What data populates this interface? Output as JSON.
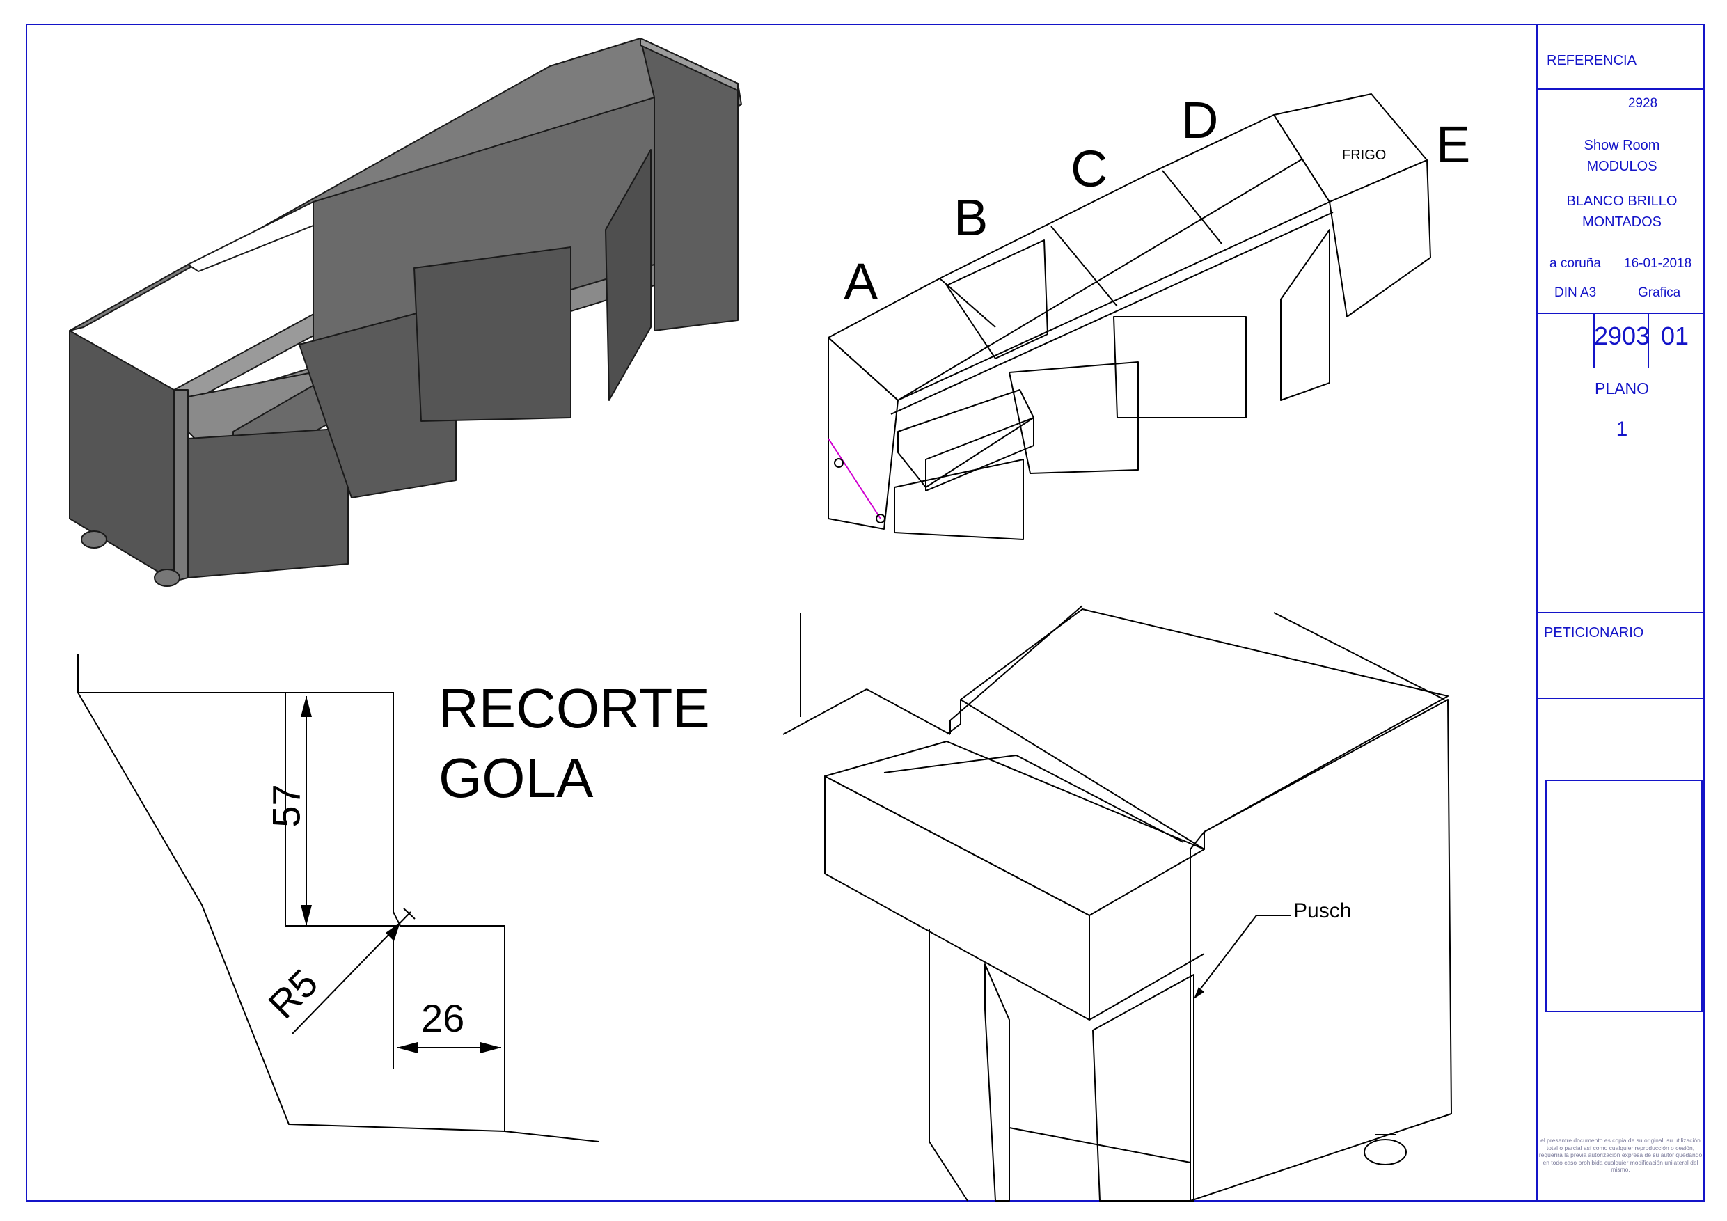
{
  "title_block": {
    "referencia_label": "REFERENCIA",
    "reference_number": "2928",
    "project_line1": "Show Room",
    "project_line2": "MODULOS",
    "finish_line1": "BLANCO BRILLO",
    "finish_line2": "MONTADOS",
    "location": "a coruña",
    "date": "16-01-2018",
    "format": "DIN A3",
    "company": "Grafica",
    "drawing_number": "2903",
    "revision": "01",
    "plano_label": "PLANO",
    "plano_number": "1",
    "peticionario_label": "PETICIONARIO",
    "legal_note": "el presentre documento es copia de su original, su utilización total o parcial así como cualquier reproducción o cesión, requerirá la previa autorización expresa de su autor quedando en todo caso prohibida cualquier modificación unilateral del mismo."
  },
  "module_labels": [
    "A",
    "B",
    "C",
    "D",
    "E"
  ],
  "frigo_label": "FRIGO",
  "detail": {
    "title_line1": "RECORTE",
    "title_line2": "GOLA",
    "dim_height": "57",
    "dim_width": "26",
    "dim_radius": "R5"
  },
  "callout_label": "Pusch",
  "colors": {
    "frame_blue": "#1414c8",
    "line_black": "#000000",
    "panel_dark": "#5a5a5a",
    "panel_mid": "#7a7a7a",
    "panel_light": "#a0a0a0",
    "magenta_edge": "#d000d0"
  }
}
